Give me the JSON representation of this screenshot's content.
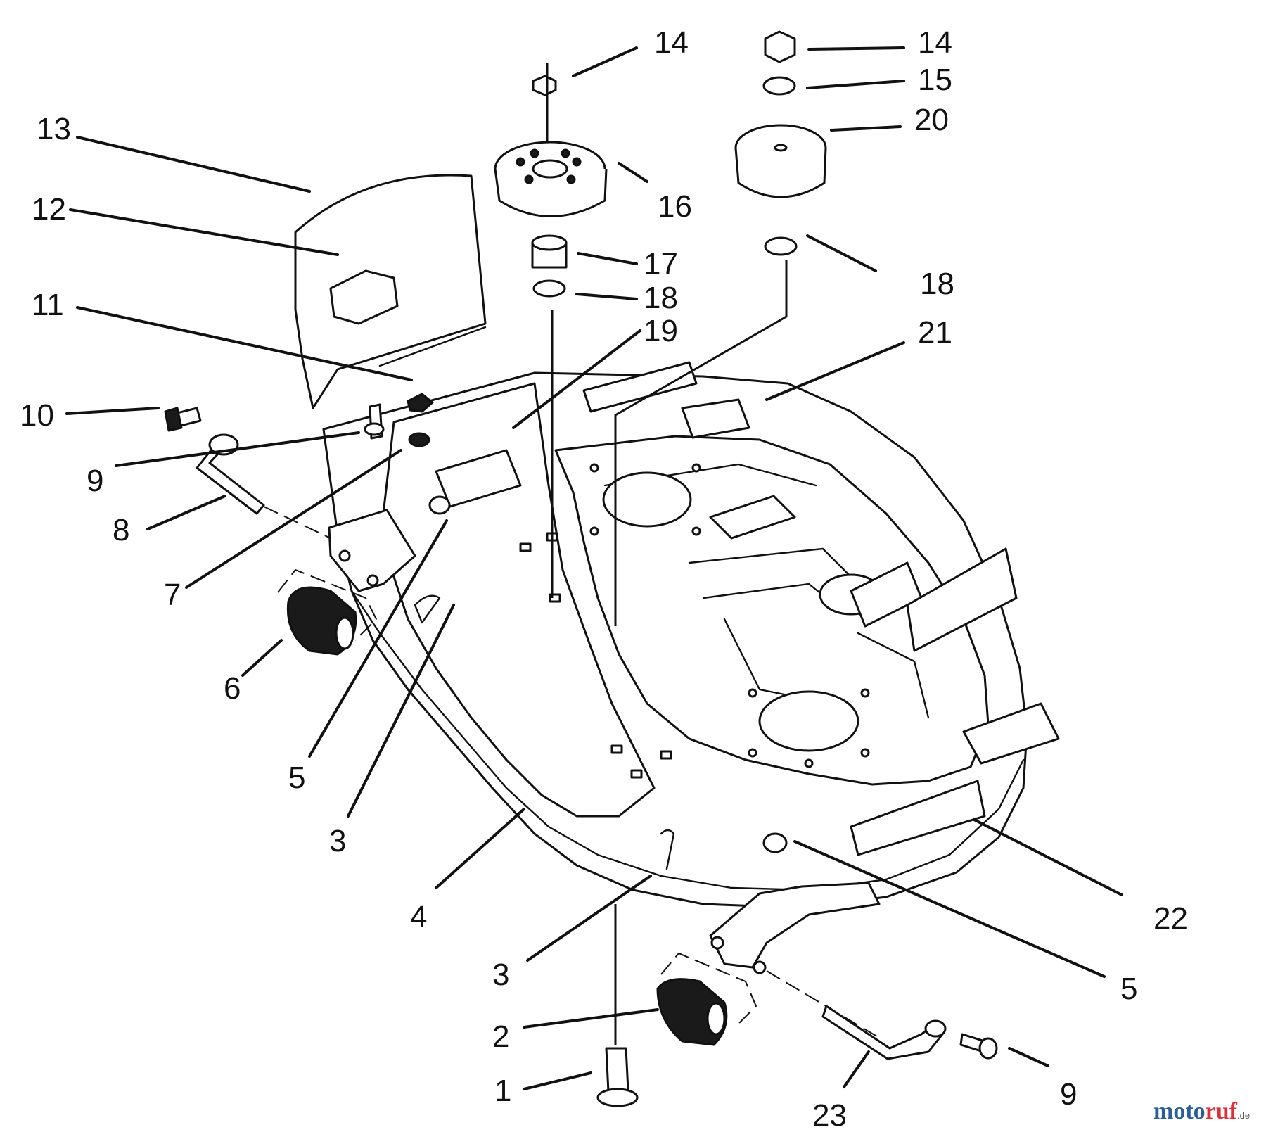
{
  "callouts": [
    {
      "id": "c13",
      "text": "13"
    },
    {
      "id": "c12",
      "text": "12"
    },
    {
      "id": "c11",
      "text": "11"
    },
    {
      "id": "c10",
      "text": "10"
    },
    {
      "id": "c9a",
      "text": "9"
    },
    {
      "id": "c8",
      "text": "8"
    },
    {
      "id": "c7",
      "text": "7"
    },
    {
      "id": "c6",
      "text": "6"
    },
    {
      "id": "c5a",
      "text": "5"
    },
    {
      "id": "c3a",
      "text": "3"
    },
    {
      "id": "c4",
      "text": "4"
    },
    {
      "id": "c3b",
      "text": "3"
    },
    {
      "id": "c2",
      "text": "2"
    },
    {
      "id": "c1",
      "text": "1"
    },
    {
      "id": "c23",
      "text": "23"
    },
    {
      "id": "c9b",
      "text": "9"
    },
    {
      "id": "c5b",
      "text": "5"
    },
    {
      "id": "c22",
      "text": "22"
    },
    {
      "id": "c21",
      "text": "21"
    },
    {
      "id": "c19",
      "text": "19"
    },
    {
      "id": "c18a",
      "text": "18"
    },
    {
      "id": "c17",
      "text": "17"
    },
    {
      "id": "c16",
      "text": "16"
    },
    {
      "id": "c14a",
      "text": "14"
    },
    {
      "id": "c14b",
      "text": "14"
    },
    {
      "id": "c15",
      "text": "15"
    },
    {
      "id": "c20",
      "text": "20"
    },
    {
      "id": "c18b",
      "text": "18"
    }
  ],
  "watermark": {
    "brand_a": "moto",
    "brand_b": "ruf",
    "tld": ".de",
    "colors": {
      "brand_a": "#2b5d96",
      "brand_b": "#d8333a"
    }
  }
}
